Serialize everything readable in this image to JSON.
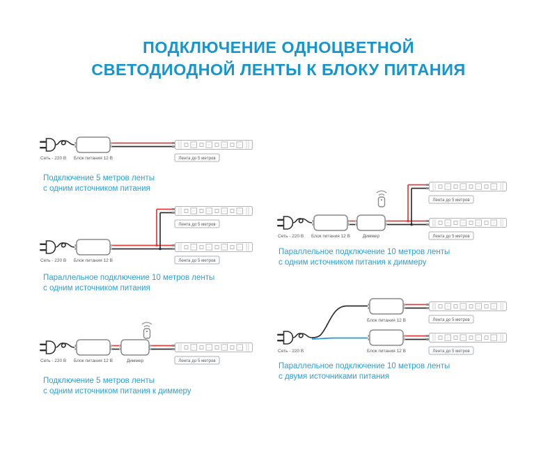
{
  "title": {
    "line1": "ПОДКЛЮЧЕНИЕ ОДНОЦВЕТНОЙ",
    "line2": "СВЕТОДИОДНОЙ ЛЕНТЫ К БЛОКУ ПИТАНИЯ"
  },
  "labels": {
    "mains": "Сеть - 220 В",
    "psu": "Блок питания 12 В",
    "dimmer": "Диммер",
    "strip": "Лента до 5 метров"
  },
  "diagrams": {
    "d1": {
      "caption1": "Подключение 5 метров ленты",
      "caption2": "с одним источником питания"
    },
    "d2": {
      "caption1": "Параллельное подключение 10 метров ленты",
      "caption2": "с одним источником питания"
    },
    "d3": {
      "caption1": "Подключение 5 метров ленты",
      "caption2": "с одним источником питания к диммеру"
    },
    "d4": {
      "caption1": "Параллельное подключение 10 метров ленты",
      "caption2": "с одним источником питания к диммеру"
    },
    "d5": {
      "caption1": "Параллельное подключение 10 метров ленты",
      "caption2": "с двумя источниками питания"
    }
  },
  "colors": {
    "title_blue": "#1795cf",
    "caption_blue": "#2da0d6",
    "wire_red": "#e23b3b",
    "wire_black": "#2e2e2e",
    "wire_blue": "#2196d4",
    "outline_gray": "#8a8a8a"
  }
}
